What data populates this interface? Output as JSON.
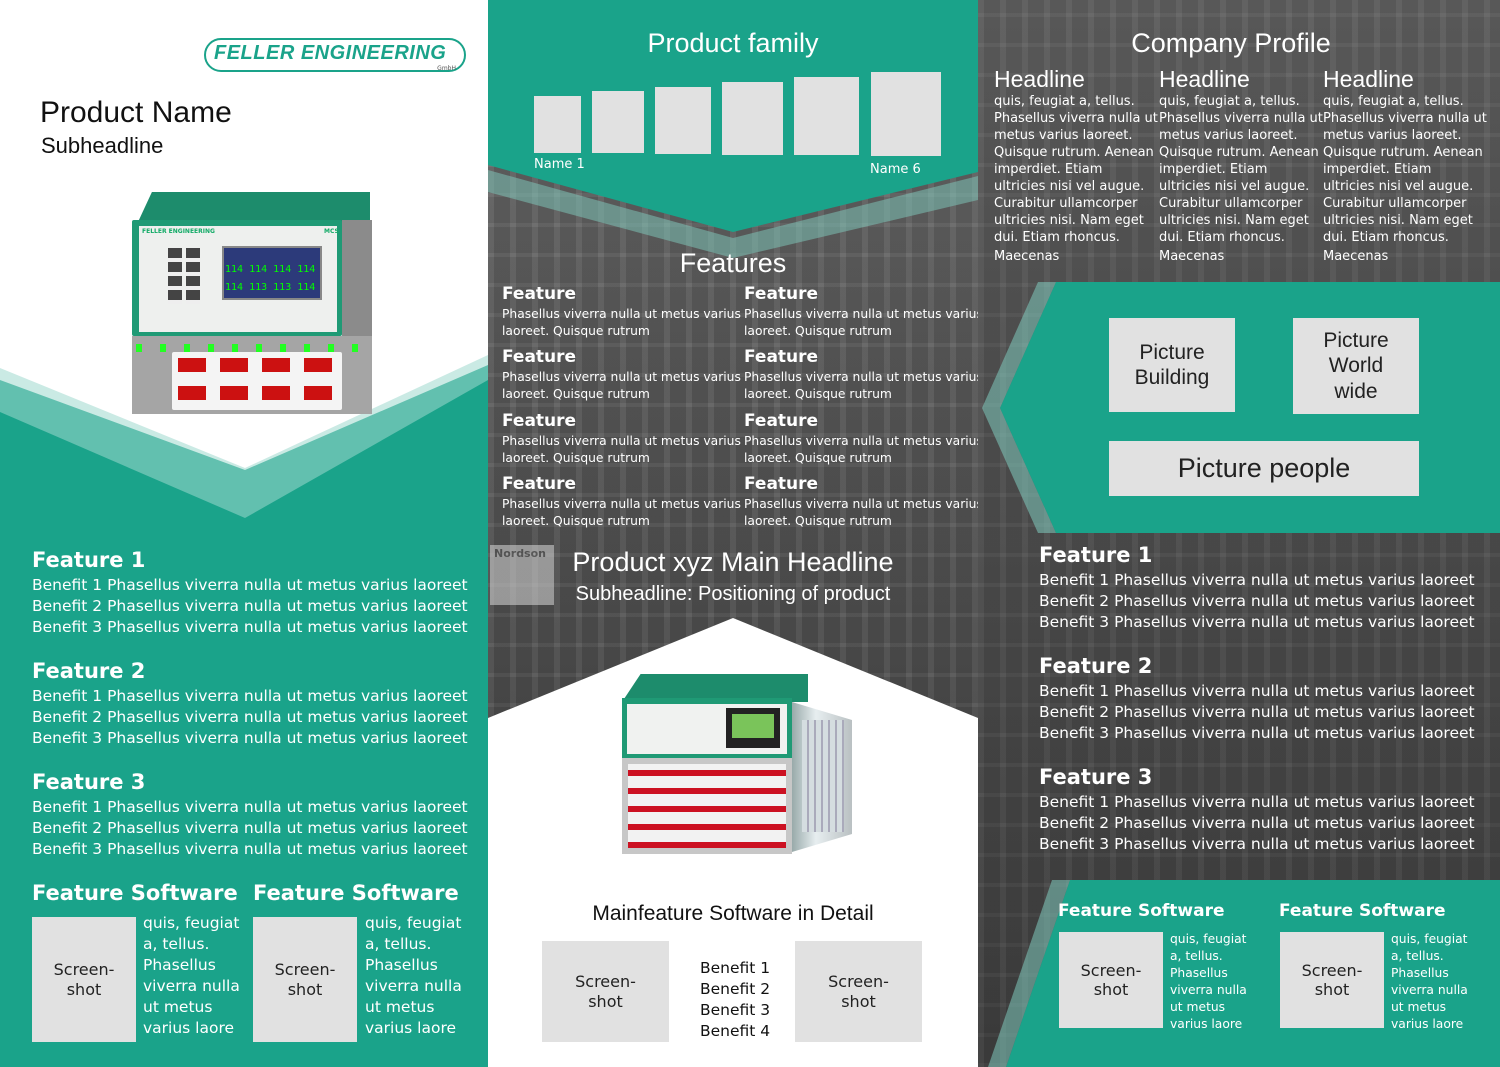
{
  "brand": {
    "logo": "FELLER ENGINEERING",
    "logo_sub": "GmbH"
  },
  "left": {
    "product_name": "Product Name",
    "subheadline": "Subheadline",
    "device_screen": [
      "114 114 114 114",
      "114 113 113 114"
    ],
    "device_brand": "FELLER ENGINEERING",
    "device_model": "MCS",
    "features": [
      {
        "title": "Feature 1",
        "benefits": [
          "Benefit 1 Phasellus viverra nulla ut metus varius laoreet",
          "Benefit 2 Phasellus viverra nulla ut metus varius laoreet",
          "Benefit 3 Phasellus viverra nulla ut metus varius laoreet"
        ]
      },
      {
        "title": "Feature 2",
        "benefits": [
          "Benefit 1 Phasellus viverra nulla ut metus varius laoreet",
          "Benefit 2 Phasellus viverra nulla ut metus varius laoreet",
          "Benefit 3 Phasellus viverra nulla ut metus varius laoreet"
        ]
      },
      {
        "title": "Feature 3",
        "benefits": [
          "Benefit 1 Phasellus viverra nulla ut metus varius laoreet",
          "Benefit 2 Phasellus viverra nulla ut metus varius laoreet",
          "Benefit 3 Phasellus viverra nulla ut metus varius laoreet"
        ]
      }
    ],
    "software": [
      {
        "title": "Feature Software",
        "shot": "Screen-\nshot",
        "text": [
          "quis, feugiat",
          "a, tellus.",
          "Phasellus",
          "viverra nulla",
          "ut metus",
          "varius laore"
        ]
      },
      {
        "title": "Feature Software",
        "shot": "Screen-\nshot",
        "text": [
          "quis, feugiat",
          "a, tellus.",
          "Phasellus",
          "viverra nulla",
          "ut metus",
          "varius laore"
        ]
      }
    ]
  },
  "middle": {
    "family_title": "Product family",
    "family_first": "Name 1",
    "family_last": "Name 6",
    "features_title": "Features",
    "features": [
      {
        "title": "Feature",
        "text": [
          "Phasellus viverra nulla ut metus varius",
          "laoreet. Quisque rutrum"
        ]
      },
      {
        "title": "Feature",
        "text": [
          "Phasellus viverra nulla ut metus varius",
          "laoreet. Quisque rutrum"
        ]
      },
      {
        "title": "Feature",
        "text": [
          "Phasellus viverra nulla ut metus varius",
          "laoreet. Quisque rutrum"
        ]
      },
      {
        "title": "Feature",
        "text": [
          "Phasellus viverra nulla ut metus varius",
          "laoreet. Quisque rutrum"
        ]
      },
      {
        "title": "Feature",
        "text": [
          "Phasellus viverra nulla ut metus varius",
          "laoreet. Quisque rutrum"
        ]
      },
      {
        "title": "Feature",
        "text": [
          "Phasellus viverra nulla ut metus varius",
          "laoreet. Quisque rutrum"
        ]
      },
      {
        "title": "Feature",
        "text": [
          "Phasellus viverra nulla ut metus varius",
          "laoreet. Quisque rutrum"
        ]
      },
      {
        "title": "Feature",
        "text": [
          "Phasellus viverra nulla ut metus varius",
          "laoreet. Quisque rutrum"
        ]
      }
    ],
    "main_headline": "Product xyz Main Headline",
    "main_sub": "Subheadline: Positioning of product",
    "software_title": "Mainfeature Software in Detail",
    "shot_left": "Screen-\nshot",
    "shot_right": "Screen-\nshot",
    "benefits": [
      "Benefit 1",
      "Benefit 2",
      "Benefit 3",
      "Benefit 4"
    ],
    "bg_sign": "Nordson"
  },
  "right": {
    "company_title": "Company Profile",
    "columns": [
      {
        "headline": "Headline",
        "text": [
          "quis, feugiat a, tellus.",
          "Phasellus viverra nulla ut",
          "metus varius laoreet.",
          "Quisque rutrum. Aenean",
          "imperdiet. Etiam",
          "ultricies nisi vel augue.",
          "Curabitur ullamcorper",
          "ultricies nisi. Nam eget",
          "dui. Etiam rhoncus."
        ],
        "last": "Maecenas"
      },
      {
        "headline": "Headline",
        "text": [
          "quis, feugiat a, tellus.",
          "Phasellus viverra nulla ut",
          "metus varius laoreet.",
          "Quisque rutrum. Aenean",
          "imperdiet. Etiam",
          "ultricies nisi vel augue.",
          "Curabitur ullamcorper",
          "ultricies nisi. Nam eget",
          "dui. Etiam rhoncus."
        ],
        "last": "Maecenas"
      },
      {
        "headline": "Headline",
        "text": [
          "quis, feugiat a, tellus.",
          "Phasellus viverra nulla ut",
          "metus varius laoreet.",
          "Quisque rutrum. Aenean",
          "imperdiet. Etiam",
          "ultricies nisi vel augue.",
          "Curabitur ullamcorper",
          "ultricies nisi. Nam eget",
          "dui. Etiam rhoncus."
        ],
        "last": "Maecenas"
      }
    ],
    "pic_building": "Picture\nBuilding",
    "pic_world": "Picture\nWorld\nwide",
    "pic_people": "Picture people",
    "features": [
      {
        "title": "Feature 1",
        "benefits": [
          "Benefit 1 Phasellus viverra nulla ut metus varius laoreet",
          "Benefit 2 Phasellus viverra nulla ut metus varius laoreet",
          "Benefit 3 Phasellus viverra nulla ut metus varius laoreet"
        ]
      },
      {
        "title": "Feature 2",
        "benefits": [
          "Benefit 1 Phasellus viverra nulla ut metus varius laoreet",
          "Benefit 2 Phasellus viverra nulla ut metus varius laoreet",
          "Benefit 3 Phasellus viverra nulla ut metus varius laoreet"
        ]
      },
      {
        "title": "Feature 3",
        "benefits": [
          "Benefit 1 Phasellus viverra nulla ut metus varius laoreet",
          "Benefit 2 Phasellus viverra nulla ut metus varius laoreet",
          "Benefit 3 Phasellus viverra nulla ut metus varius laoreet"
        ]
      }
    ],
    "software": [
      {
        "title": "Feature Software",
        "shot": "Screen-\nshot",
        "text": [
          "quis, feugiat",
          "a, tellus.",
          "Phasellus",
          "viverra nulla",
          "ut metus",
          "varius laore"
        ]
      },
      {
        "title": "Feature Software",
        "shot": "Screen-\nshot",
        "text": [
          "quis, feugiat",
          "a, tellus.",
          "Phasellus",
          "viverra nulla",
          "ut metus",
          "varius laore"
        ]
      }
    ]
  },
  "colors": {
    "teal": "#1aa38a",
    "light_teal": "#7fcbbd",
    "placeholder": "#e1e1e1",
    "dark": "#3e3e3e"
  }
}
